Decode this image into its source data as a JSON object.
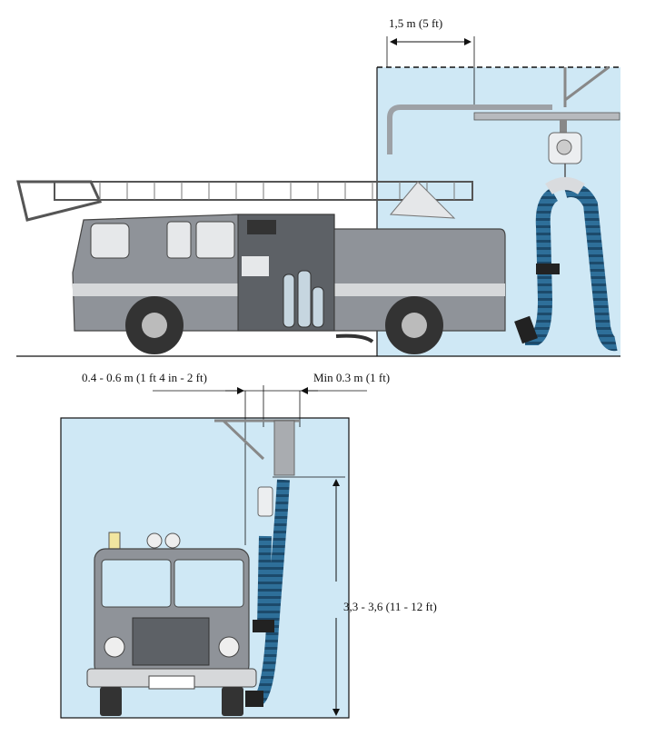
{
  "dimensions": {
    "hose_offset": "1,5 m (5 ft)",
    "side_clearance": "0.4 - 0.6 m (1 ft 4 in - 2 ft)",
    "min_clearance": "Min 0.3 m (1 ft)",
    "mount_height": "3,3 - 3,6 (11 - 12 ft)"
  },
  "colors": {
    "room_fill": "#cfe8f5",
    "truck_body": "#8f9399",
    "truck_dark": "#5d6166",
    "truck_stripe": "#d6d8da",
    "hose_blue": "#2e6f99",
    "hose_dark": "#1c4a6b",
    "metal": "#a9acb0",
    "line": "#111111"
  },
  "icons": [
    "fire-truck-side-icon",
    "fire-truck-front-icon",
    "exhaust-hose-reel-icon",
    "ladder-icon"
  ]
}
